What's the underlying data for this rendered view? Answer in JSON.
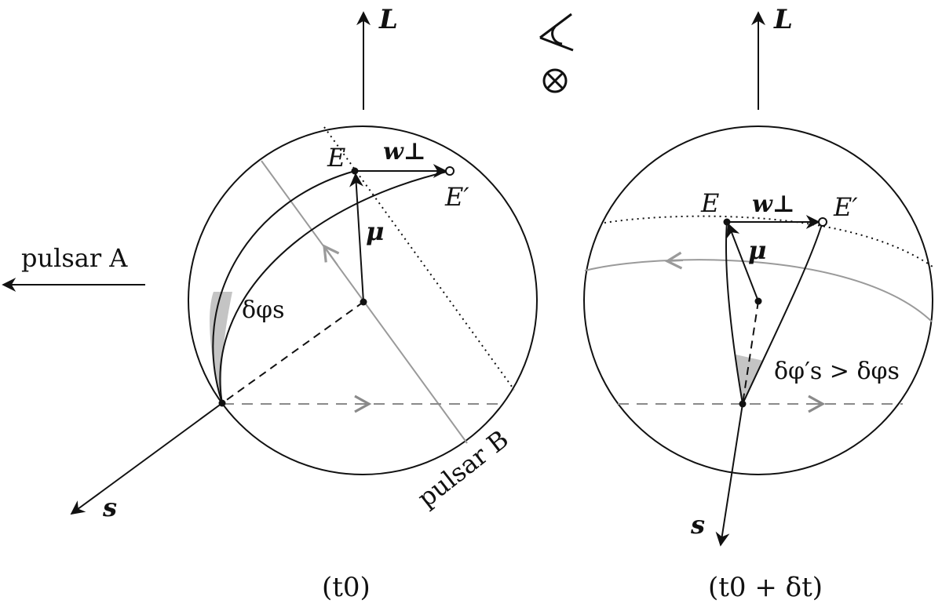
{
  "left_panel": {
    "axis_label": "L",
    "pulsar_a_label": "pulsar A",
    "pulsar_b_label": "pulsar B",
    "emission_point_label": "E",
    "shifted_point_label": "E′",
    "w_perp_label": "w⊥",
    "mu_label": "μ",
    "angle_label": "δφs",
    "spin_label": "s",
    "time_caption": "(t0)"
  },
  "right_panel": {
    "axis_label": "L",
    "emission_point_label": "E",
    "shifted_point_label": "E′",
    "w_perp_label": "w⊥",
    "mu_label": "μ",
    "angle_label": "δφ′s > δφs",
    "spin_label": "s",
    "time_caption": "(t0 + δt)"
  },
  "observer": {
    "eye_icon": "eye-icon",
    "into_page_icon": "circled-times-icon",
    "into_page_symbol": "⊗"
  },
  "colors": {
    "ink": "#111111",
    "gray_line": "#9a9a9a",
    "dashed_gray": "#8a8a8a",
    "shade": "#c4c4c4"
  }
}
